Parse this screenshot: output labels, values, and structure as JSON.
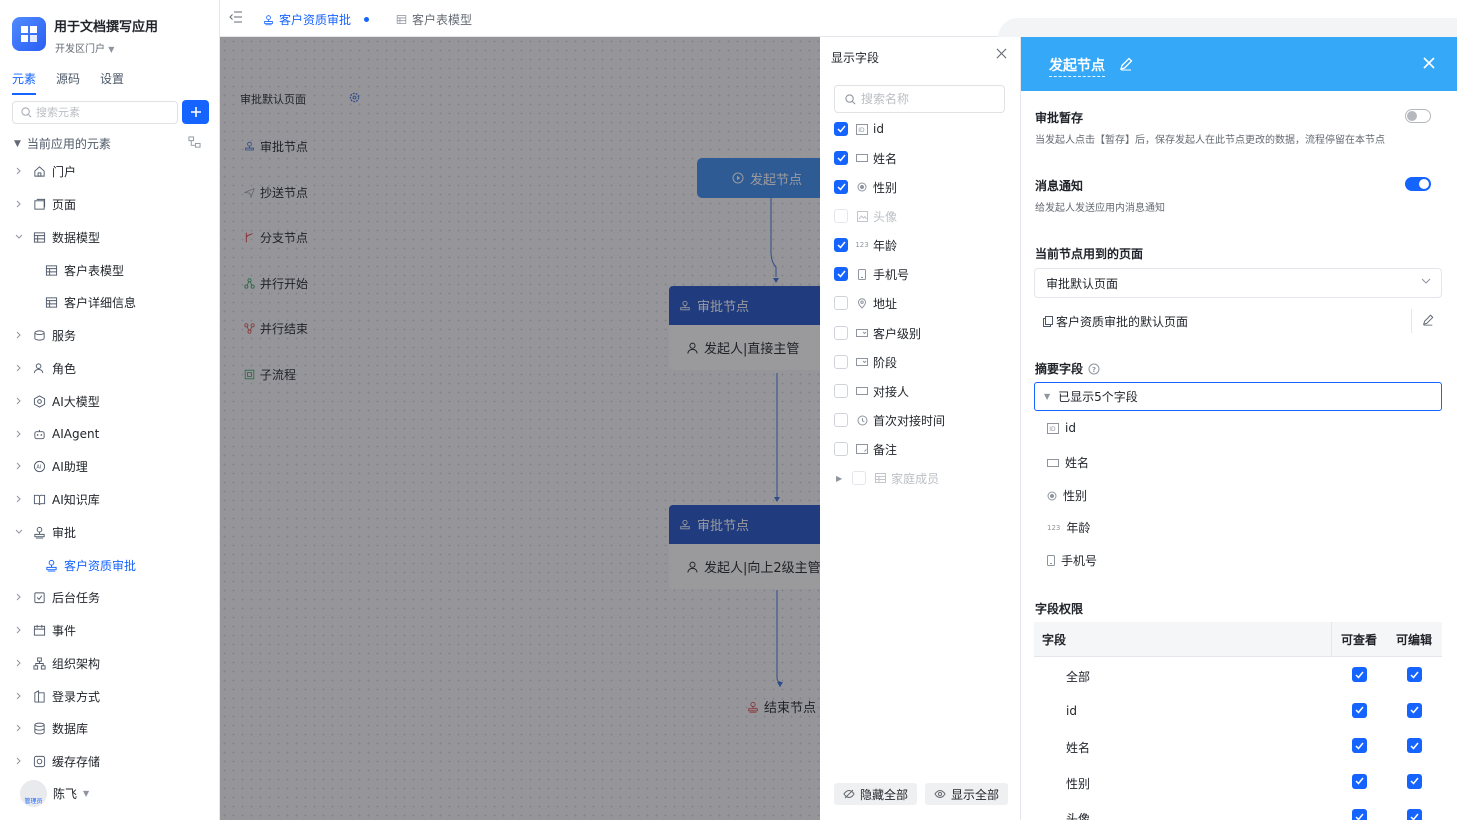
{
  "app": {
    "name": "用于文档撰写应用",
    "portal": "开发区门户"
  },
  "sidebar": {
    "tabs": [
      {
        "label": "元素",
        "active": true
      },
      {
        "label": "源码",
        "active": false
      },
      {
        "label": "设置",
        "active": false
      }
    ],
    "search_placeholder": "搜索元素",
    "section_title": "当前应用的元素",
    "items": [
      {
        "label": "门户",
        "icon": "home-icon",
        "expanded": false
      },
      {
        "label": "页面",
        "icon": "page-icon",
        "expanded": false
      },
      {
        "label": "数据模型",
        "icon": "table-icon",
        "expanded": true
      },
      {
        "label": "客户表模型",
        "icon": "table-icon",
        "child": true
      },
      {
        "label": "客户详细信息",
        "icon": "table-icon",
        "child": true
      },
      {
        "label": "服务",
        "icon": "service-icon",
        "expanded": false
      },
      {
        "label": "角色",
        "icon": "role-icon",
        "expanded": false
      },
      {
        "label": "AI大模型",
        "icon": "ai-model-icon",
        "expanded": false
      },
      {
        "label": "AIAgent",
        "icon": "robot-icon",
        "expanded": false
      },
      {
        "label": "AI助理",
        "icon": "ai-assistant-icon",
        "expanded": false
      },
      {
        "label": "AI知识库",
        "icon": "knowledge-book-icon",
        "expanded": false
      },
      {
        "label": "审批",
        "icon": "approval-icon",
        "expanded": true
      },
      {
        "label": "客户资质审批",
        "icon": "approval-icon",
        "child": true,
        "active": true
      },
      {
        "label": "后台任务",
        "icon": "task-icon",
        "expanded": false
      },
      {
        "label": "事件",
        "icon": "event-icon",
        "expanded": false
      },
      {
        "label": "组织架构",
        "icon": "org-icon",
        "expanded": false
      },
      {
        "label": "登录方式",
        "icon": "login-icon",
        "expanded": false
      },
      {
        "label": "数据库",
        "icon": "database-icon",
        "expanded": false
      },
      {
        "label": "缓存存储",
        "icon": "cache-icon",
        "expanded": false
      }
    ],
    "user": {
      "name": "陈飞",
      "role_badge": "管理员"
    }
  },
  "topbar": {
    "tabs": [
      {
        "label": "客户资质审批",
        "active": true,
        "modified": true
      },
      {
        "label": "客户表模型",
        "active": false
      }
    ]
  },
  "canvas": {
    "palette_title": "审批默认页面",
    "palette": [
      {
        "label": "审批节点",
        "icon": "approval-icon",
        "color": "#3d6fd9"
      },
      {
        "label": "抄送节点",
        "icon": "send-icon",
        "color": "#9aa0a8"
      },
      {
        "label": "分支节点",
        "icon": "branch-icon",
        "color": "#e04848"
      },
      {
        "label": "并行开始",
        "icon": "parallel-start-icon",
        "color": "#2e9d5b"
      },
      {
        "label": "并行结束",
        "icon": "parallel-end-icon",
        "color": "#e04848"
      },
      {
        "label": "子流程",
        "icon": "subflow-icon",
        "color": "#2e9d5b"
      }
    ],
    "nodes": {
      "start": "发起节点",
      "approval1_title": "审批节点",
      "approval1_assignee": "发起人|直接主管",
      "approval2_title": "审批节点",
      "approval2_assignee": "发起人|向上2级主管",
      "end": "结束节点"
    }
  },
  "fields_panel": {
    "title": "显示字段",
    "search_placeholder": "搜索名称",
    "fields": [
      {
        "label": "id",
        "icon": "id-icon",
        "checked": true,
        "disabled": false
      },
      {
        "label": "姓名",
        "icon": "text-field-icon",
        "checked": true,
        "disabled": false
      },
      {
        "label": "性别",
        "icon": "radio-icon",
        "checked": true,
        "disabled": false
      },
      {
        "label": "头像",
        "icon": "image-icon",
        "checked": false,
        "disabled": true
      },
      {
        "label": "年龄",
        "icon": "number-icon",
        "checked": true,
        "disabled": false
      },
      {
        "label": "手机号",
        "icon": "phone-icon",
        "checked": true,
        "disabled": false
      },
      {
        "label": "地址",
        "icon": "location-icon",
        "checked": false,
        "disabled": false
      },
      {
        "label": "客户级别",
        "icon": "select-icon",
        "checked": false,
        "disabled": false
      },
      {
        "label": "阶段",
        "icon": "select-icon",
        "checked": false,
        "disabled": false
      },
      {
        "label": "对接人",
        "icon": "text-field-icon",
        "checked": false,
        "disabled": false
      },
      {
        "label": "首次对接时间",
        "icon": "clock-icon",
        "checked": false,
        "disabled": false
      },
      {
        "label": "备注",
        "icon": "textarea-icon",
        "checked": false,
        "disabled": false
      },
      {
        "label": "家庭成员",
        "icon": "subtable-icon",
        "checked": false,
        "disabled": true,
        "expandable": true
      }
    ],
    "hide_all": "隐藏全部",
    "show_all": "显示全部"
  },
  "config_panel": {
    "title": "发起节点",
    "approval_draft": {
      "label": "审批暂存",
      "desc": "当发起人点击【暂存】后，保存发起人在此节点更改的数据，流程停留在本节点",
      "enabled": false
    },
    "notify": {
      "label": "消息通知",
      "desc": "给发起人发送应用内消息通知",
      "enabled": true
    },
    "pages": {
      "label": "当前节点用到的页面",
      "selected": "审批默认页面",
      "page_link": "客户资质审批的默认页面"
    },
    "summary": {
      "label": "摘要字段",
      "collapse_label": "已显示5个字段",
      "fields": [
        {
          "label": "id",
          "icon": "id-icon"
        },
        {
          "label": "姓名",
          "icon": "text-field-icon"
        },
        {
          "label": "性别",
          "icon": "radio-icon"
        },
        {
          "label": "年龄",
          "icon": "number-icon"
        },
        {
          "label": "手机号",
          "icon": "phone-icon"
        }
      ]
    },
    "permissions": {
      "label": "字段权限",
      "col_field": "字段",
      "col_view": "可查看",
      "col_edit": "可编辑",
      "rows": [
        {
          "field": "全部",
          "view": true,
          "edit": true
        },
        {
          "field": "id",
          "view": true,
          "edit": true
        },
        {
          "field": "姓名",
          "view": true,
          "edit": true
        },
        {
          "field": "性别",
          "view": true,
          "edit": true
        },
        {
          "field": "头像",
          "view": true,
          "edit": true
        }
      ]
    }
  },
  "colors": {
    "accent": "#1664ff",
    "panel_header": "#36a8f8",
    "approval_node": "#2255c8",
    "start_node": "#3d8df0"
  }
}
